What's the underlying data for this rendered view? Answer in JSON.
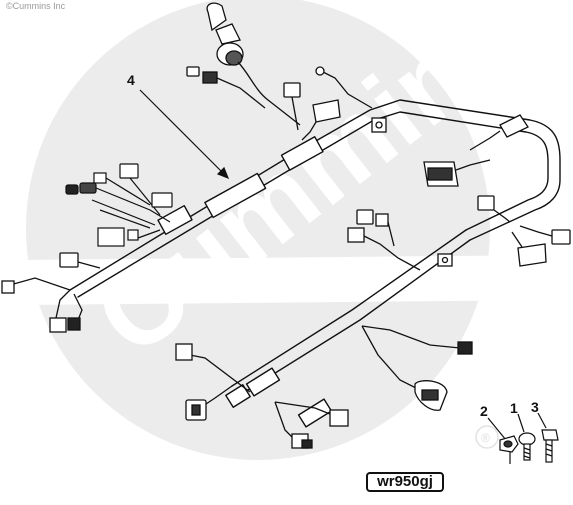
{
  "copyright": "©Cummins Inc",
  "watermark": {
    "brand": "Cummins",
    "registered_mark": "®",
    "color": "#ececec"
  },
  "callouts": {
    "harness": "4",
    "nut": "2",
    "screw": "1",
    "bolt": "3"
  },
  "figure_code": "wr950gj",
  "colors": {
    "line": "#111111",
    "fill": "#ffffff",
    "watermark": "#ececec"
  }
}
